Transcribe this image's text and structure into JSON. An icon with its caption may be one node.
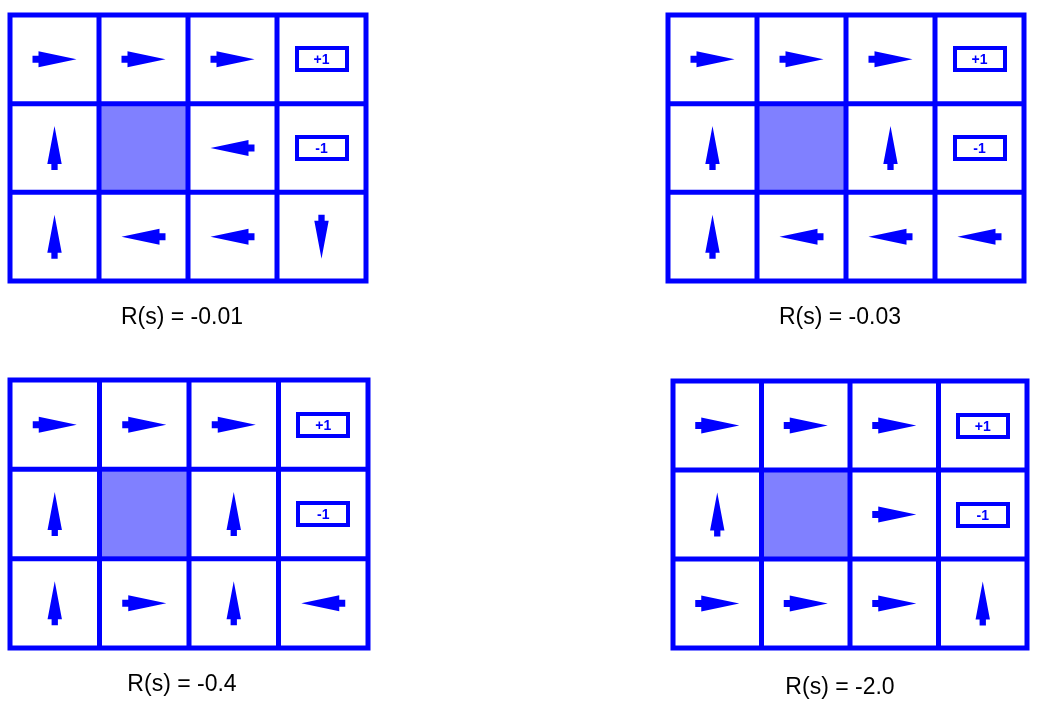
{
  "diagram": {
    "nodes": [
      {
        "text": [
          "+1"
        ]
      },
      {
        "text": [
          "-1"
        ]
      },
      {
        "text": [
          "+1"
        ]
      },
      {
        "text": [
          "-1"
        ]
      },
      {
        "text": [
          "+1"
        ]
      },
      {
        "text": [
          "-1"
        ]
      },
      {
        "text": [
          "+1"
        ]
      },
      {
        "text": [
          "-1"
        ]
      }
    ],
    "labels": [
      "R(s) = -0.01",
      "R(s) = -0.03",
      "R(s) = -0.4",
      "R(s) = -2.0"
    ]
  }
}
